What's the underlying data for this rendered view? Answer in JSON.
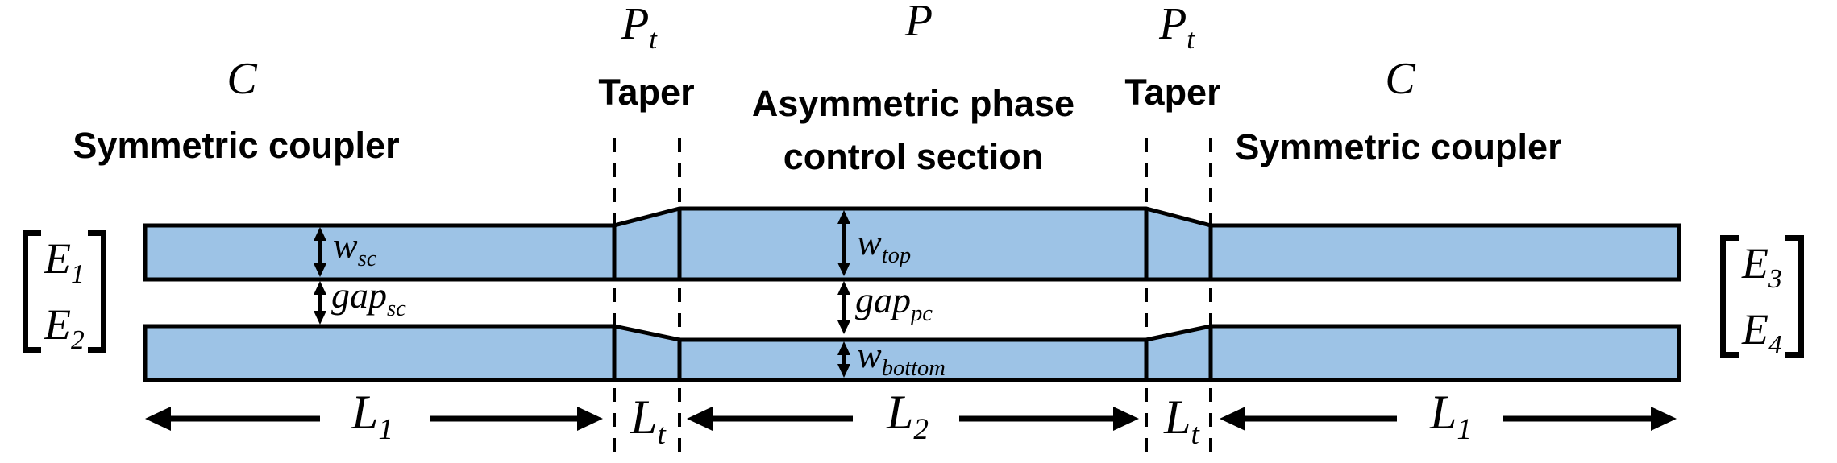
{
  "sections": {
    "coupler_left": {
      "symbol": "C",
      "name": "Symmetric coupler"
    },
    "taper_left": {
      "symbol_base": "P",
      "symbol_sub": "t",
      "name": "Taper"
    },
    "phase_control": {
      "symbol": "P",
      "name_line1": "Asymmetric phase",
      "name_line2": "control section"
    },
    "taper_right": {
      "symbol_base": "P",
      "symbol_sub": "t",
      "name": "Taper"
    },
    "coupler_right": {
      "symbol": "C",
      "name": "Symmetric coupler"
    }
  },
  "ports": {
    "input": {
      "e1_base": "E",
      "e1_sub": "1",
      "e2_base": "E",
      "e2_sub": "2"
    },
    "output": {
      "e3_base": "E",
      "e3_sub": "3",
      "e4_base": "E",
      "e4_sub": "4"
    }
  },
  "dimensions": {
    "w_sc": {
      "base": "w",
      "sub": "sc"
    },
    "gap_sc": {
      "base": "gap",
      "sub": "sc"
    },
    "w_top": {
      "base": "w",
      "sub": "top"
    },
    "gap_pc": {
      "base": "gap",
      "sub": "pc"
    },
    "w_bottom": {
      "base": "w",
      "sub": "bottom"
    },
    "L1": {
      "base": "L",
      "sub": "1"
    },
    "Lt": {
      "base": "L",
      "sub": "t"
    },
    "L2": {
      "base": "L",
      "sub": "2"
    }
  },
  "colors": {
    "waveguide_fill": "#9DC3E6",
    "stroke": "#000000"
  }
}
